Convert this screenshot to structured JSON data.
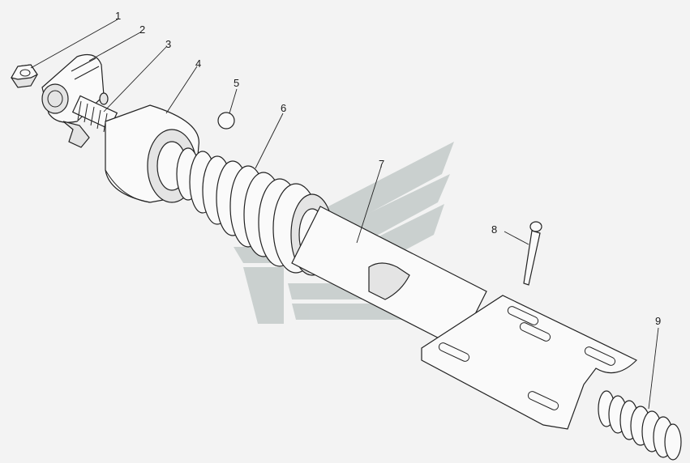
{
  "callouts": [
    {
      "id": "1",
      "label": "1"
    },
    {
      "id": "2",
      "label": "2"
    },
    {
      "id": "3",
      "label": "3"
    },
    {
      "id": "4",
      "label": "4"
    },
    {
      "id": "5",
      "label": "5"
    },
    {
      "id": "6",
      "label": "6"
    },
    {
      "id": "7",
      "label": "7"
    },
    {
      "id": "8",
      "label": "8"
    },
    {
      "id": "9",
      "label": "9"
    }
  ],
  "watermark": {
    "color": "#a9b5b2"
  }
}
